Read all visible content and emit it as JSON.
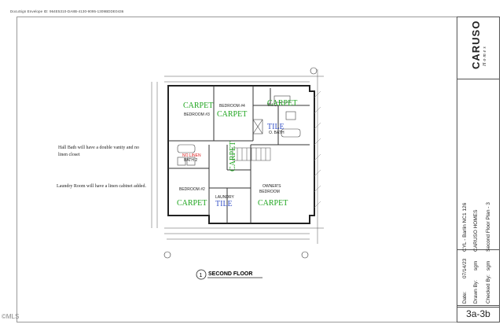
{
  "envelope_id": "DocuSign Envelope ID: 964E5310-DA8B-4130-9095-1309BDDE0436",
  "notes": {
    "hall_bath": "Hall Bath will have a double vanity and no linen closet",
    "laundry": "Laundry Room will have a linen cabinet added."
  },
  "rooms": {
    "bedroom3": "BEDROOM #3",
    "bedroom4": "BEDROOM #4",
    "wic": "W.I.C.",
    "o_bath": "O. BATH",
    "bath2": "BATH 2",
    "bedroom2": "BEDROOM #2",
    "laundry": "LAUNDRY",
    "owners_bedroom_1": "OWNER'S",
    "owners_bedroom_2": "BEDROOM"
  },
  "floor_labels": {
    "carpet": "CARPET",
    "tile": "TILE"
  },
  "red_annotation": "NO LINEN",
  "drawing_title": {
    "number": "1",
    "title": "SECOND FLOOR"
  },
  "title_block": {
    "logo": "CARUSO",
    "logo_sub": "Homes",
    "project": "CYL - Barlin NC1 126",
    "company": "CARUSO HOMES",
    "sheet_title": "Second Floor Plan - 3",
    "date_label": "Date:",
    "date_value": "07/14/23",
    "drawn_label": "Drawn By:",
    "drawn_value": "sgm",
    "checked_label": "Checked By:",
    "checked_value": "sgm",
    "sheet_number": "3a-3b"
  },
  "watermark": "©MLS",
  "colors": {
    "carpet": "#1fa51f",
    "tile": "#3a55c8",
    "red_note": "#dd2222"
  }
}
